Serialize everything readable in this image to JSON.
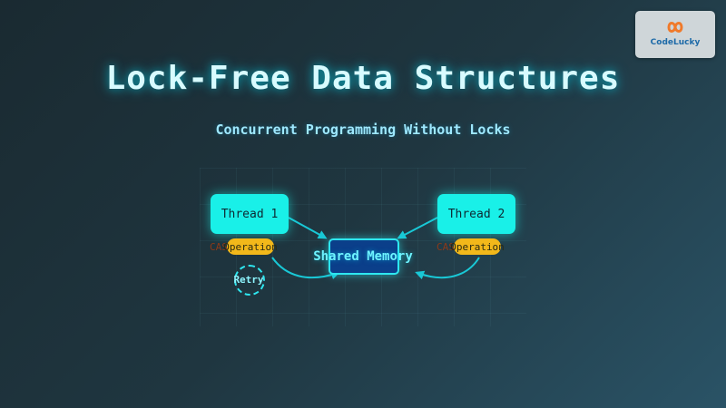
{
  "title": "Lock-Free Data Structures",
  "subtitle": "Concurrent Programming Without Locks",
  "logo": {
    "text": "CodeLucky"
  },
  "diagram": {
    "thread1": "Thread 1",
    "thread2": "Thread 2",
    "shared_memory": "Shared Memory",
    "cas_prefix": "CAS",
    "operation": "Operation",
    "retry": "Retry"
  },
  "colors": {
    "accent": "#19f0e8",
    "memory_fill": "#0b3f8a",
    "operation_fill": "#f2b81a"
  }
}
